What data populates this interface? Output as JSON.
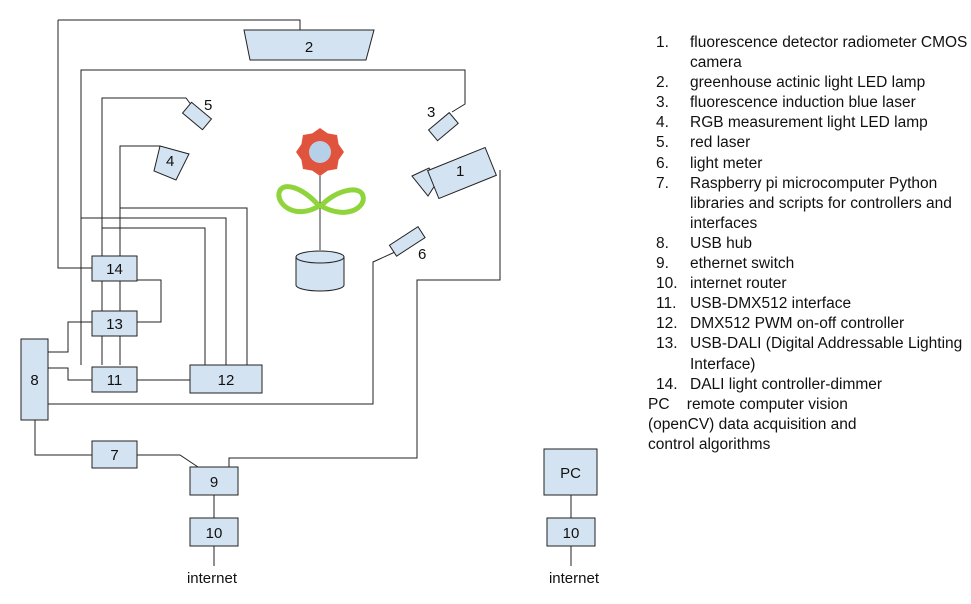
{
  "diagram": {
    "nodes": {
      "n1": "1",
      "n2": "2",
      "n3": "3",
      "n4": "4",
      "n5": "5",
      "n6": "6",
      "n7": "7",
      "n8": "8",
      "n9": "9",
      "n10": "10",
      "n11": "11",
      "n12": "12",
      "n13": "13",
      "n14": "14",
      "pc": "PC",
      "pc10": "10"
    },
    "internet_left": "internet",
    "internet_right": "internet"
  },
  "legend": {
    "items": [
      {
        "num": "1.",
        "text": "fluorescence detector radiometer CMOS camera"
      },
      {
        "num": "2.",
        "text": "greenhouse actinic light LED lamp"
      },
      {
        "num": "3.",
        "text": "fluorescence induction blue laser"
      },
      {
        "num": "4.",
        "text": "RGB measurement light LED lamp"
      },
      {
        "num": "5.",
        "text": "red laser"
      },
      {
        "num": "6.",
        "text": "light meter"
      },
      {
        "num": "7.",
        "text": "Raspberry pi microcomputer Python libraries and scripts for controllers and interfaces"
      },
      {
        "num": "8.",
        "text": "USB hub"
      },
      {
        "num": "9.",
        "text": "ethernet switch"
      },
      {
        "num": "10.",
        "text": "internet router"
      },
      {
        "num": "11.",
        "text": "USB-DMX512 interface"
      },
      {
        "num": "12.",
        "text": "DMX512 PWM on-off controller"
      },
      {
        "num": "13.",
        "text": "USB-DALI (Digital Addressable Lighting Interface)"
      },
      {
        "num": "14.",
        "text": "DALI light controller-dimmer"
      }
    ],
    "pc_key": "PC",
    "pc_text_1": "remote computer vision",
    "pc_text_2": "(openCV) data acquisition and",
    "pc_text_3": "control algorithms"
  },
  "colors": {
    "box_fill": "#d4e3f2",
    "flower_petals": "#e0533c",
    "flower_center": "#b7d0ea",
    "leaves": "#8fd43a"
  }
}
